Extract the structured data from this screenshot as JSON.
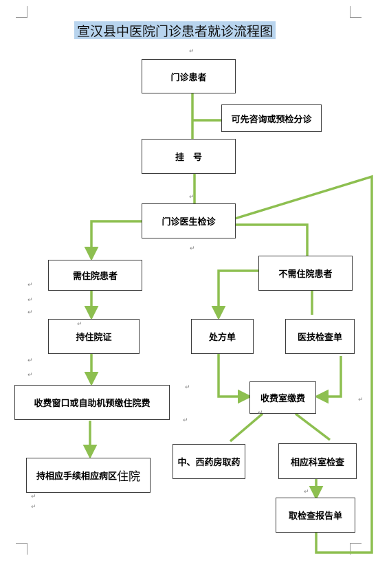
{
  "title": "宣汉县中医院门诊患者就诊流程图",
  "para_mark": "↵",
  "nodes": {
    "outpatient": "门诊患者",
    "consult": "可先咨询或预检分诊",
    "register": "挂　号",
    "doctor_exam": "门诊医生检诊",
    "need_hosp": "需住院患者",
    "no_need_hosp": "不需住院患者",
    "hosp_cert": "持住院证",
    "prescription": "处方单",
    "med_tech_order": "医技检查单",
    "prepay": "收费窗口或自助机预缴住院费",
    "cashier": "收费室缴费",
    "ward_main": "持相应手续相应病区",
    "ward_suffix": "住院",
    "pharmacy": "中、西药房取药",
    "dept_check": "相应科室检查",
    "get_report": "取检查报告单"
  },
  "colors": {
    "connector": "#8dbf50",
    "connector_dark": "#6c9a35",
    "title_highlight": "#b8d4ee",
    "box_border": "#3b3b3b"
  }
}
